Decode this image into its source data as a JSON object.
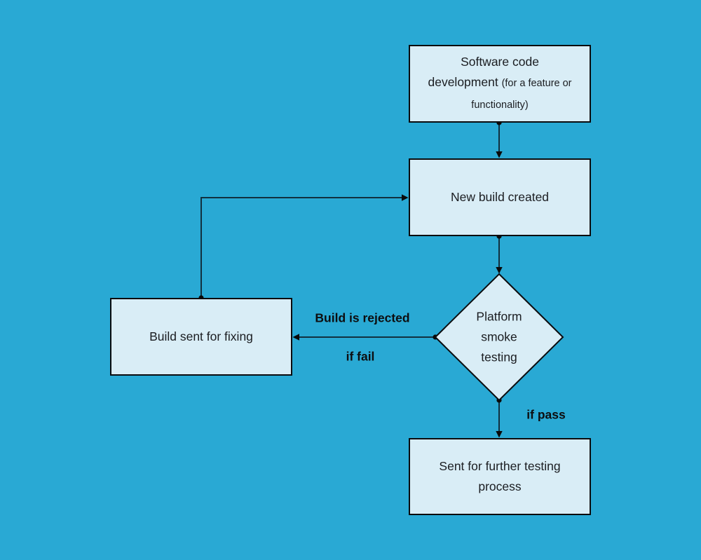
{
  "colors": {
    "background": "#29a9d4",
    "node_fill": "#d9edf6",
    "node_border": "#0b0c0e",
    "connector": "#11303f",
    "text": "#1b1d21"
  },
  "nodes": {
    "software_dev": {
      "title": "Software code development",
      "subtitle": "(for a feature or functionality)"
    },
    "new_build": {
      "label": "New build created"
    },
    "smoke_test": {
      "label": "Platform smoke testing"
    },
    "build_fixing": {
      "label": "Build sent for fixing"
    },
    "further_testing": {
      "label": "Sent for further testing process"
    }
  },
  "edge_labels": {
    "build_rejected": "Build is rejected",
    "if_fail": "if fail",
    "if_pass": "if pass"
  }
}
